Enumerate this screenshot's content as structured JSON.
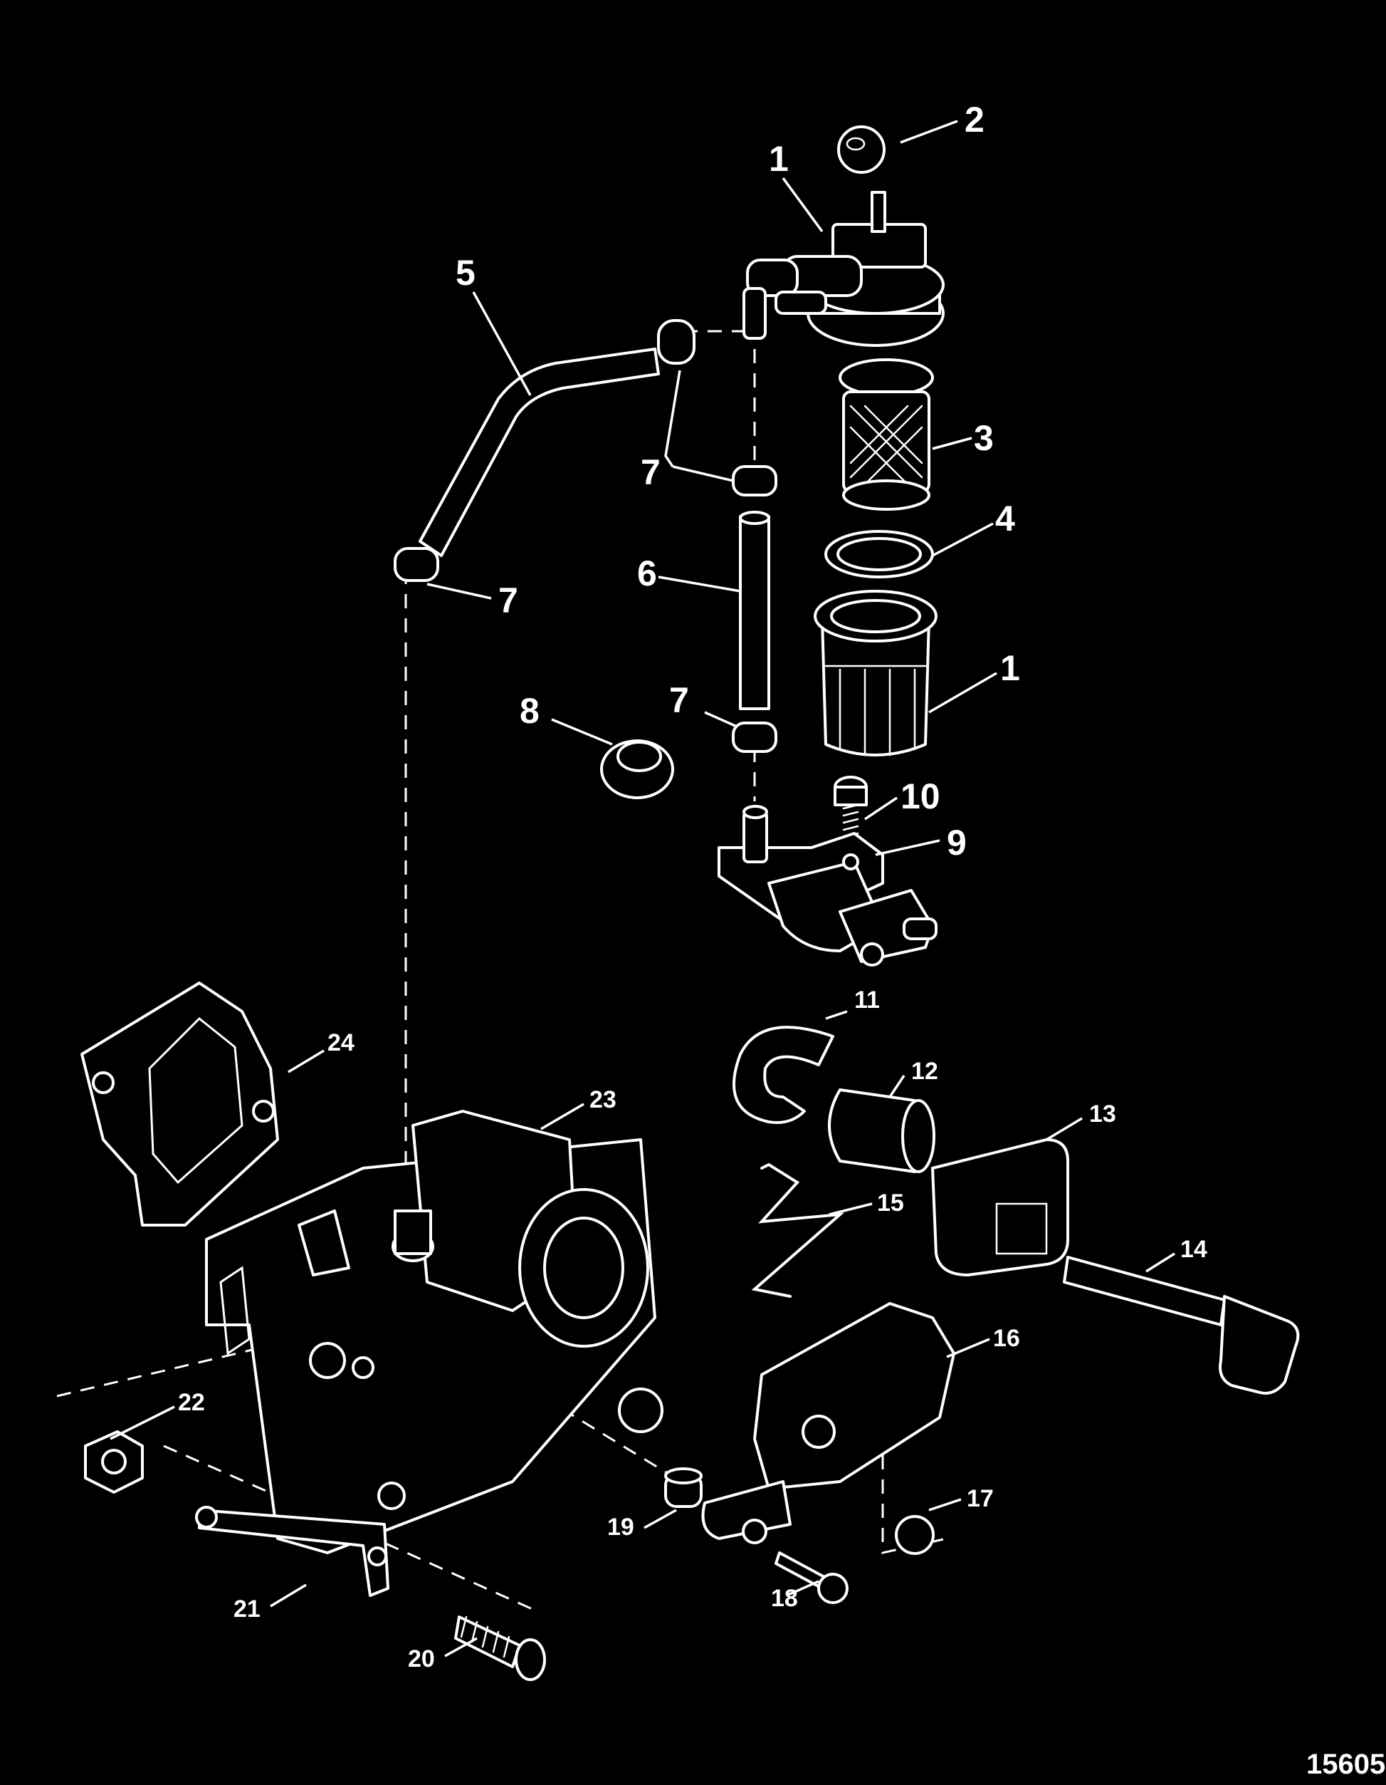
{
  "diagram": {
    "background": "#000000",
    "ink": "#ffffff",
    "figure_number": "15605",
    "callouts": [
      {
        "id": "c1a",
        "text": "1"
      },
      {
        "id": "c2",
        "text": "2"
      },
      {
        "id": "c5",
        "text": "5"
      },
      {
        "id": "c3",
        "text": "3"
      },
      {
        "id": "c4",
        "text": "4"
      },
      {
        "id": "c7a",
        "text": "7"
      },
      {
        "id": "c7b",
        "text": "7"
      },
      {
        "id": "c6",
        "text": "6"
      },
      {
        "id": "c1b",
        "text": "1"
      },
      {
        "id": "c8",
        "text": "8"
      },
      {
        "id": "c7c",
        "text": "7"
      },
      {
        "id": "c10",
        "text": "10"
      },
      {
        "id": "c9",
        "text": "9"
      },
      {
        "id": "c11",
        "text": "11"
      },
      {
        "id": "c12",
        "text": "12"
      },
      {
        "id": "c24",
        "text": "24"
      },
      {
        "id": "c23",
        "text": "23"
      },
      {
        "id": "c13",
        "text": "13"
      },
      {
        "id": "c15",
        "text": "15"
      },
      {
        "id": "c14",
        "text": "14"
      },
      {
        "id": "c16",
        "text": "16"
      },
      {
        "id": "c22",
        "text": "22"
      },
      {
        "id": "c17",
        "text": "17"
      },
      {
        "id": "c19",
        "text": "19"
      },
      {
        "id": "c18",
        "text": "18"
      },
      {
        "id": "c21",
        "text": "21"
      },
      {
        "id": "c20",
        "text": "20"
      }
    ]
  }
}
